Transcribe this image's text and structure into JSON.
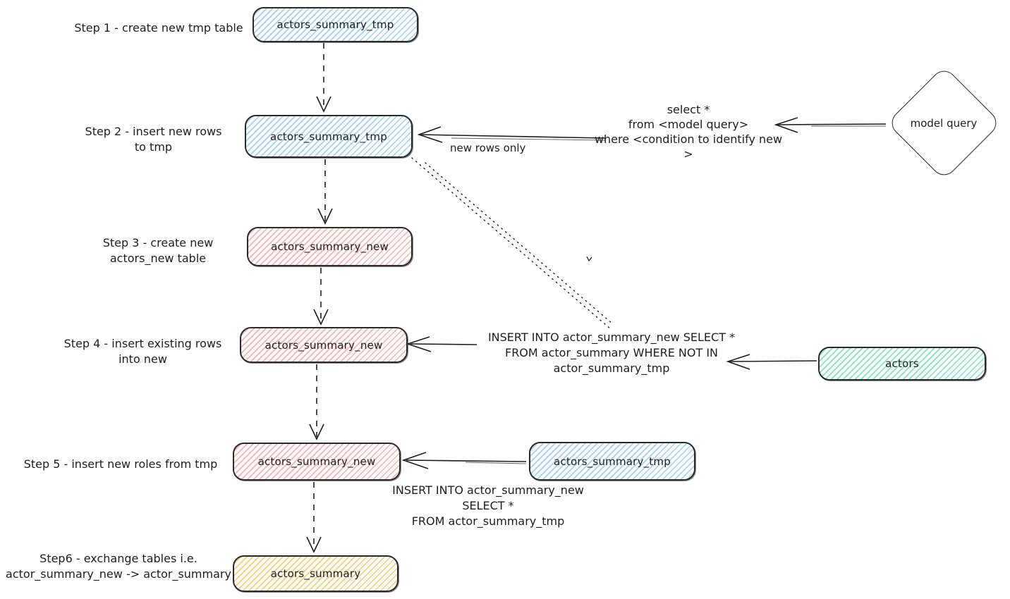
{
  "colors": {
    "stroke": "#1e1e1e",
    "blue_fill": "#a5d8ff",
    "pink_fill": "#ffc9c9",
    "green_fill": "#96f2d7",
    "yellow_fill": "#ffec99"
  },
  "steps": {
    "step1": {
      "label": "Step 1 - create new tmp table",
      "node": "actors_summary_tmp"
    },
    "step2": {
      "label_line1": "Step 2 - insert new rows",
      "label_line2": "to tmp",
      "node": "actors_summary_tmp"
    },
    "step3": {
      "label_line1": "Step 3 - create new",
      "label_line2": "actors_new table",
      "node": "actors_summary_new"
    },
    "step4": {
      "label_line1": "Step 4 - insert existing rows",
      "label_line2": "into new",
      "node": "actors_summary_new"
    },
    "step5": {
      "label": "Step 5 - insert new roles from tmp",
      "node": "actors_summary_new",
      "source_node": "actors_summary_tmp"
    },
    "step6": {
      "label_line1": "Step6 - exchange tables i.e.",
      "label_line2": "actor_summary_new -> actor_summary",
      "node": "actors_summary"
    }
  },
  "side_nodes": {
    "model_query": "model query",
    "actors": "actors"
  },
  "annotations": {
    "new_rows_only": "new rows only",
    "model_query_sql": {
      "line1": "select *",
      "line2": "from <model query>",
      "line3": "where <condition to identify new >"
    },
    "insert_existing_sql": {
      "line1": "INSERT INTO actor_summary_new SELECT *",
      "line2": "FROM actor_summary WHERE NOT IN",
      "line3": "actor_summary_tmp"
    },
    "insert_new_sql": {
      "line1": "INSERT INTO actor_summary_new",
      "line2": "SELECT *",
      "line3": "FROM actor_summary_tmp"
    }
  }
}
